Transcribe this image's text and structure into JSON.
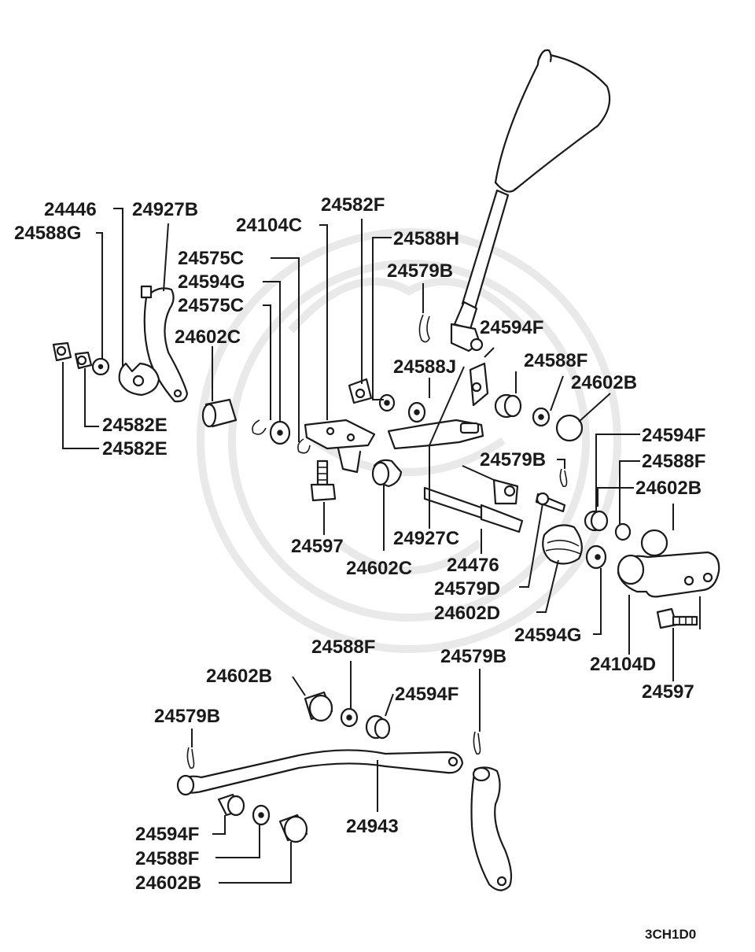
{
  "diagram": {
    "code": "3CH1D0",
    "labels": {
      "l_24446": "24446",
      "l_24927B": "24927B",
      "l_24588G": "24588G",
      "l_24104C": "24104C",
      "l_24582F": "24582F",
      "l_24588H": "24588H",
      "l_24575C_a": "24575C",
      "l_24594G_a": "24594G",
      "l_24575C_b": "24575C",
      "l_24579B_a": "24579B",
      "l_24602C_a": "24602C",
      "l_24594F_a": "24594F",
      "l_24588J": "24588J",
      "l_24588F_a": "24588F",
      "l_24602B_a": "24602B",
      "l_24582E_a": "24582E",
      "l_24582E_b": "24582E",
      "l_24594F_b": "24594F",
      "l_24579B_b": "24579B",
      "l_24588F_b": "24588F",
      "l_24602B_b": "24602B",
      "l_24597_a": "24597",
      "l_24927C": "24927C",
      "l_24602C_b": "24602C",
      "l_24476": "24476",
      "l_24579D": "24579D",
      "l_24602D": "24602D",
      "l_24594G_b": "24594G",
      "l_24588F_c": "24588F",
      "l_24579B_c": "24579B",
      "l_24602B_c": "24602B",
      "l_24594F_c": "24594F",
      "l_24104D": "24104D",
      "l_24597_b": "24597",
      "l_24579B_d": "24579B",
      "l_24943": "24943",
      "l_24594F_d": "24594F",
      "l_24588F_d": "24588F",
      "l_24602B_d": "24602B"
    }
  }
}
